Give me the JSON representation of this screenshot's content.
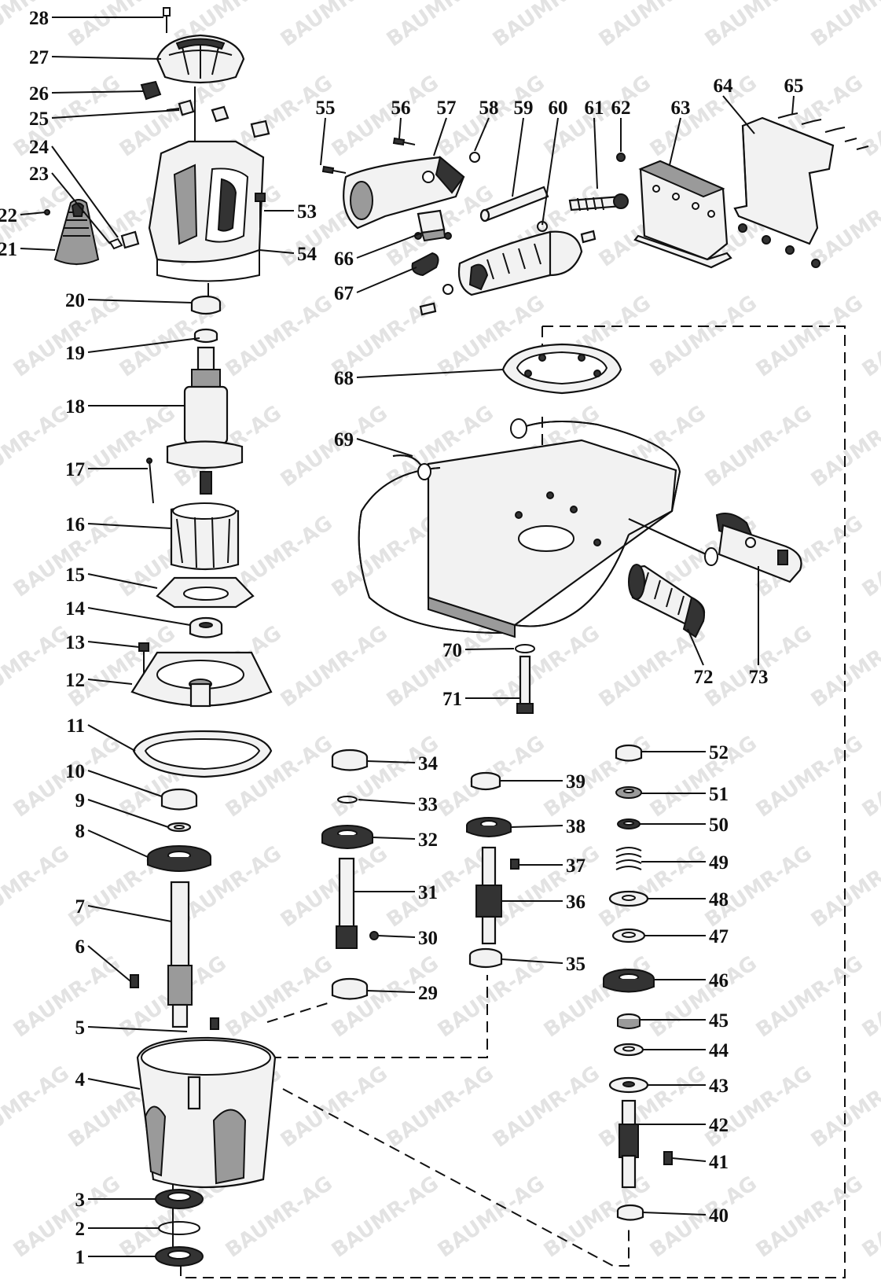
{
  "watermark": {
    "text": "BAUMR-AG"
  },
  "callouts": [
    {
      "label": "28",
      "side": "L"
    },
    {
      "label": "27",
      "side": "L"
    },
    {
      "label": "26",
      "side": "L"
    },
    {
      "label": "25",
      "side": "L"
    },
    {
      "label": "24",
      "side": "L"
    },
    {
      "label": "23",
      "side": "L"
    },
    {
      "label": "22",
      "side": "L"
    },
    {
      "label": "21",
      "side": "L"
    },
    {
      "label": "53",
      "side": "R"
    },
    {
      "label": "54",
      "side": "R"
    },
    {
      "label": "20",
      "side": "L"
    },
    {
      "label": "19",
      "side": "L"
    },
    {
      "label": "18",
      "side": "L"
    },
    {
      "label": "17",
      "side": "L"
    },
    {
      "label": "16",
      "side": "L"
    },
    {
      "label": "15",
      "side": "L"
    },
    {
      "label": "14",
      "side": "L"
    },
    {
      "label": "13",
      "side": "L"
    },
    {
      "label": "12",
      "side": "L"
    },
    {
      "label": "11",
      "side": "L"
    },
    {
      "label": "10",
      "side": "L"
    },
    {
      "label": "9",
      "side": "L"
    },
    {
      "label": "8",
      "side": "L"
    },
    {
      "label": "7",
      "side": "L"
    },
    {
      "label": "6",
      "side": "L"
    },
    {
      "label": "5",
      "side": "L"
    },
    {
      "label": "4",
      "side": "L"
    },
    {
      "label": "3",
      "side": "L"
    },
    {
      "label": "2",
      "side": "L"
    },
    {
      "label": "1",
      "side": "L"
    },
    {
      "label": "55",
      "side": "T"
    },
    {
      "label": "56",
      "side": "T"
    },
    {
      "label": "57",
      "side": "T"
    },
    {
      "label": "58",
      "side": "T"
    },
    {
      "label": "59",
      "side": "T"
    },
    {
      "label": "60",
      "side": "T"
    },
    {
      "label": "61",
      "side": "T"
    },
    {
      "label": "62",
      "side": "T"
    },
    {
      "label": "63",
      "side": "T"
    },
    {
      "label": "64",
      "side": "T"
    },
    {
      "label": "65",
      "side": "T"
    },
    {
      "label": "66",
      "side": "L"
    },
    {
      "label": "67",
      "side": "L"
    },
    {
      "label": "68",
      "side": "L"
    },
    {
      "label": "69",
      "side": "L"
    },
    {
      "label": "70",
      "side": "L"
    },
    {
      "label": "71",
      "side": "L"
    },
    {
      "label": "72",
      "side": "B"
    },
    {
      "label": "73",
      "side": "B"
    },
    {
      "label": "34",
      "side": "R"
    },
    {
      "label": "33",
      "side": "R"
    },
    {
      "label": "32",
      "side": "R"
    },
    {
      "label": "31",
      "side": "R"
    },
    {
      "label": "30",
      "side": "R"
    },
    {
      "label": "29",
      "side": "R"
    },
    {
      "label": "39",
      "side": "R"
    },
    {
      "label": "38",
      "side": "R"
    },
    {
      "label": "37",
      "side": "R"
    },
    {
      "label": "36",
      "side": "R"
    },
    {
      "label": "35",
      "side": "R"
    },
    {
      "label": "52",
      "side": "R"
    },
    {
      "label": "51",
      "side": "R"
    },
    {
      "label": "50",
      "side": "R"
    },
    {
      "label": "49",
      "side": "R"
    },
    {
      "label": "48",
      "side": "R"
    },
    {
      "label": "47",
      "side": "R"
    },
    {
      "label": "46",
      "side": "R"
    },
    {
      "label": "45",
      "side": "R"
    },
    {
      "label": "44",
      "side": "R"
    },
    {
      "label": "43",
      "side": "R"
    },
    {
      "label": "42",
      "side": "R"
    },
    {
      "label": "41",
      "side": "R"
    },
    {
      "label": "40",
      "side": "R"
    }
  ]
}
